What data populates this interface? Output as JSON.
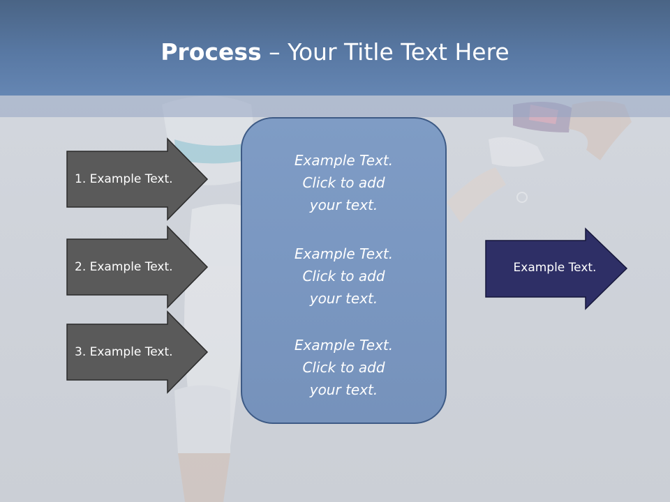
{
  "title": {
    "bold": "Process",
    "rest": " – Your Title Text Here"
  },
  "steps": [
    {
      "label": "1. Example Text."
    },
    {
      "label": "2. Example Text."
    },
    {
      "label": "3. Example Text."
    }
  ],
  "center_items": [
    {
      "line1": "Example Text.",
      "line2": "Click  to add",
      "line3": "your text."
    },
    {
      "line1": "Example Text.",
      "line2": "Click  to add",
      "line3": "your text."
    },
    {
      "line1": "Example Text.",
      "line2": "Click  to add",
      "line3": "your text."
    }
  ],
  "output": {
    "label": "Example Text."
  },
  "colors": {
    "title_bar": "#5878a3",
    "step_arrow": "#5a5a5a",
    "center_box": "#7a97c1",
    "center_border": "#3d5a85",
    "output_arrow": "#2e2f66"
  }
}
